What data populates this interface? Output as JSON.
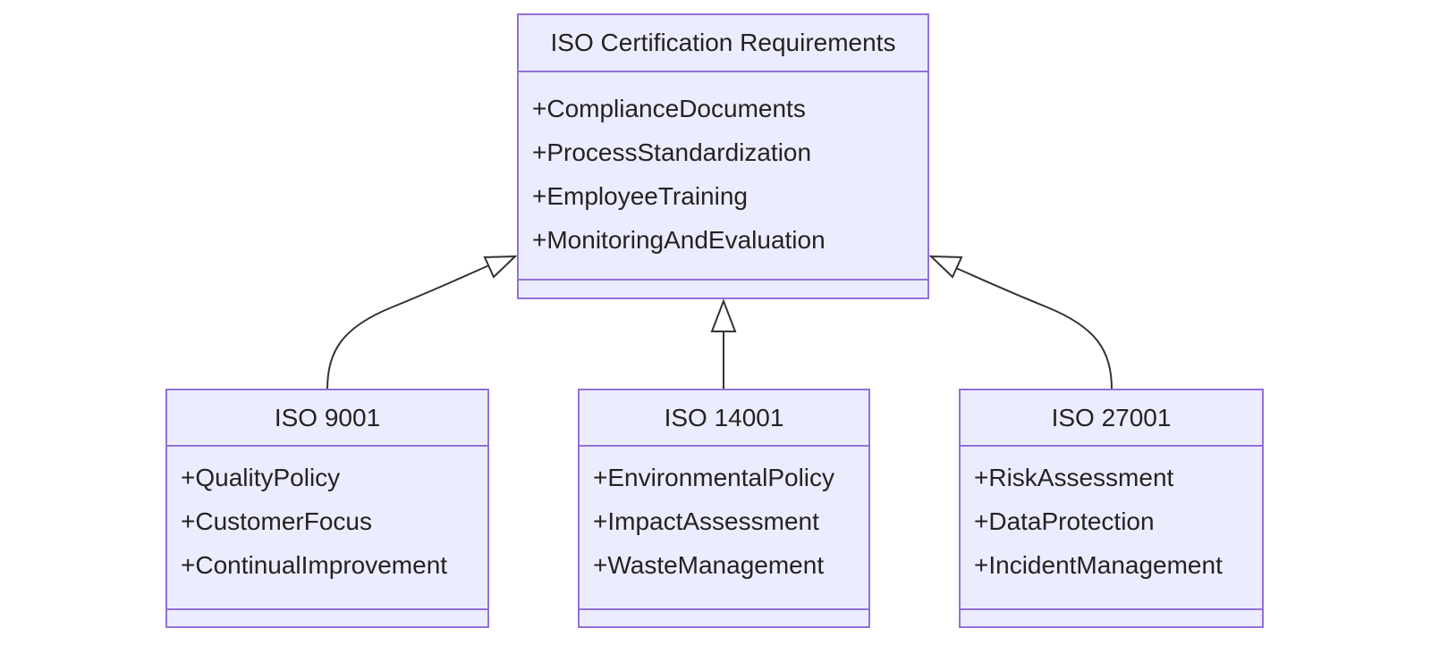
{
  "diagram": {
    "type": "uml-class-diagram",
    "colors": {
      "node_fill": "#ECECFF",
      "node_border": "#9370DB",
      "edge_line": "#333333",
      "text": "#232323",
      "background": "#ffffff"
    },
    "classes": [
      {
        "name": "ISO Certification Requirements",
        "attributes": [
          "+ComplianceDocuments",
          "+ProcessStandardization",
          "+EmployeeTraining",
          "+MonitoringAndEvaluation"
        ],
        "methods": []
      },
      {
        "name": "ISO 9001",
        "attributes": [
          "+QualityPolicy",
          "+CustomerFocus",
          "+ContinualImprovement"
        ],
        "methods": []
      },
      {
        "name": "ISO 14001",
        "attributes": [
          "+EnvironmentalPolicy",
          "+ImpactAssessment",
          "+WasteManagement"
        ],
        "methods": []
      },
      {
        "name": "ISO 27001",
        "attributes": [
          "+RiskAssessment",
          "+DataProtection",
          "+IncidentManagement"
        ],
        "methods": []
      }
    ],
    "relationships": [
      {
        "from": "ISO 9001",
        "to": "ISO Certification Requirements",
        "type": "inheritance"
      },
      {
        "from": "ISO 14001",
        "to": "ISO Certification Requirements",
        "type": "inheritance"
      },
      {
        "from": "ISO 27001",
        "to": "ISO Certification Requirements",
        "type": "inheritance"
      }
    ]
  }
}
